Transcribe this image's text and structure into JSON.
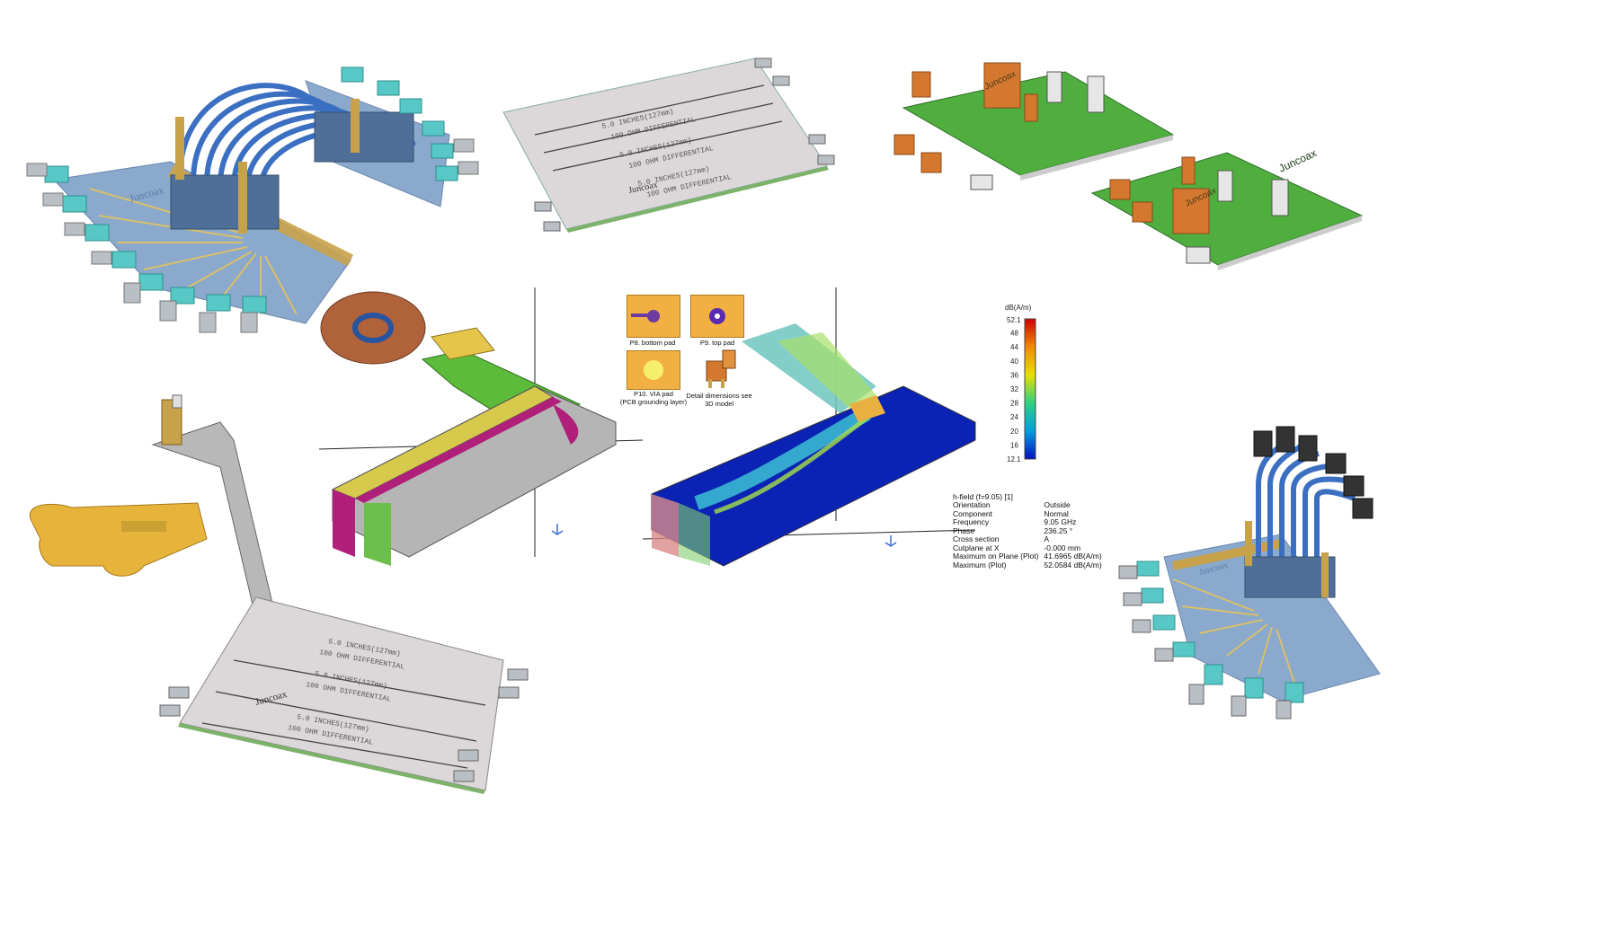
{
  "brand": "Juncoax",
  "trace_labels": {
    "length": "5.0 INCHES(127mm)",
    "impedance": "100 OHM DIFFERENTIAL"
  },
  "pad_captions": {
    "p8": "P8. bottom pad",
    "p9": "P9. top pad",
    "p10_line1": "P10. VIA pad",
    "p10_line2": "(PCB grounding layer)",
    "detail_line1": "Detail dimensions see",
    "detail_line2": "3D model"
  },
  "colorbar": {
    "unit": "dB(A/m)",
    "max": "52.1",
    "min": "12.1",
    "ticks": [
      "48",
      "44",
      "40",
      "36",
      "32",
      "28",
      "24",
      "20",
      "16"
    ]
  },
  "field_info": {
    "title": "h-field (f=9.05) [1]",
    "rows": [
      {
        "k": "Orientation",
        "v": "Outside"
      },
      {
        "k": "Component",
        "v": "Normal"
      },
      {
        "k": "Frequency",
        "v": "9.05 GHz"
      },
      {
        "k": "Phase",
        "v": "236.25 °"
      },
      {
        "k": "Cross section",
        "v": "A"
      },
      {
        "k": "Cutplane at X",
        "v": "-0.000 mm"
      },
      {
        "k": "Maximum on Plane (Plot)",
        "v": "41.6965 dB(A/m)"
      },
      {
        "k": "Maximum (Plot)",
        "v": "52.0584 dB(A/m)"
      }
    ]
  },
  "colors": {
    "pcb_gray": "#dcd7d8",
    "pcb_green": "#4fae3e",
    "pcb_blue": "#8aa9cc",
    "connector_cyan": "#57c8c6",
    "cable_blue": "#3b6fc2",
    "brass": "#c8a24a",
    "orange_part": "#d5782f",
    "yellow_part": "#e6b33b",
    "field_blue": "#0a23b4"
  }
}
